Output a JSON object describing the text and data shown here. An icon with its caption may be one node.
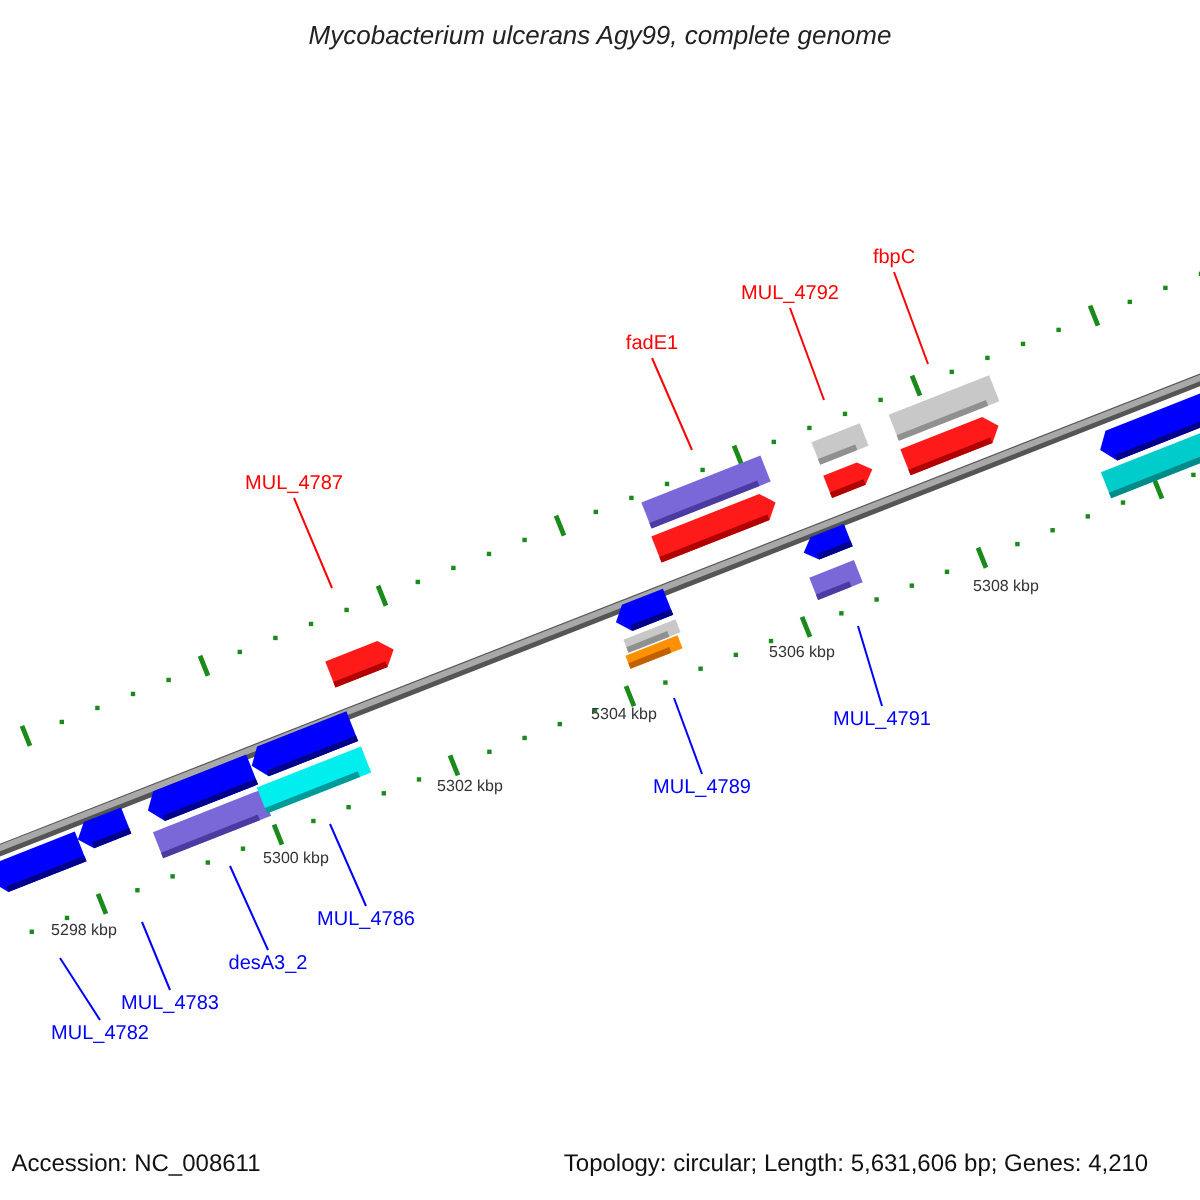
{
  "diagram": {
    "title": "Mycobacterium ulcerans Agy99, complete genome",
    "nodes": [
      {
        "text": [
          "MUL_4782"
        ]
      },
      {
        "text": [
          "MUL_4783"
        ]
      },
      {
        "text": [
          "desA3_2"
        ]
      },
      {
        "text": [
          "MUL_4786"
        ]
      },
      {
        "text": [
          "MUL_4787"
        ]
      },
      {
        "text": [
          "MUL_4789"
        ]
      },
      {
        "text": [
          "fadE1"
        ]
      },
      {
        "text": [
          "MUL_4791"
        ]
      },
      {
        "text": [
          "MUL_4792"
        ]
      },
      {
        "text": [
          "fbpC"
        ]
      }
    ],
    "edges": [
      {
        "from": 0,
        "to": null,
        "arrow": "none"
      },
      {
        "from": 1,
        "to": null,
        "arrow": "none"
      },
      {
        "from": 2,
        "to": null,
        "arrow": "none"
      },
      {
        "from": 3,
        "to": null,
        "arrow": "none"
      },
      {
        "from": 4,
        "to": null,
        "arrow": "none",
        "color": "#ff0000"
      },
      {
        "from": 5,
        "to": null,
        "arrow": "none"
      },
      {
        "from": 6,
        "to": null,
        "arrow": "none",
        "color": "#ff0000"
      },
      {
        "from": 7,
        "to": null,
        "arrow": "none"
      },
      {
        "from": 8,
        "to": null,
        "arrow": "none",
        "color": "#ff0000"
      },
      {
        "from": 9,
        "to": null,
        "arrow": "none",
        "color": "#ff0000"
      }
    ],
    "labels": [
      "5298 kbp",
      "5300 kbp",
      "5302 kbp",
      "5304 kbp",
      "5306 kbp",
      "5308 kbp",
      "Accession: NC_008611",
      "Topology: circular; Length: 5,631,606 bp; Genes: 4,210"
    ]
  }
}
